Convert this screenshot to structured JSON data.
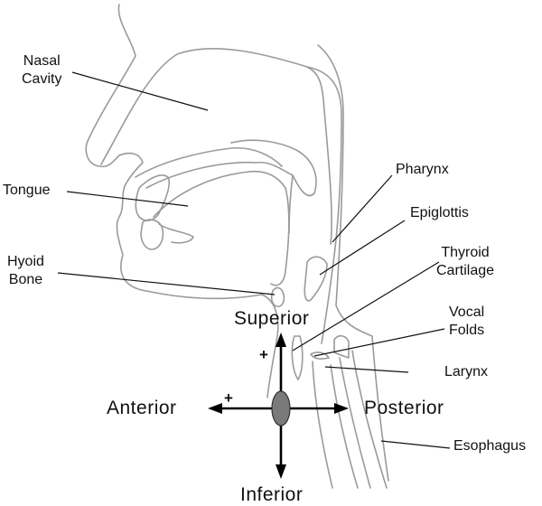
{
  "labels": {
    "nasal_line1": "Nasal",
    "nasal_line2": "Cavity",
    "tongue": "Tongue",
    "hyoid_line1": "Hyoid",
    "hyoid_line2": "Bone",
    "pharynx": "Pharynx",
    "epiglottis": "Epiglottis",
    "thyroid_line1": "Thyroid",
    "thyroid_line2": "Cartilage",
    "vocal_line1": "Vocal",
    "vocal_line2": "Folds",
    "larynx": "Larynx",
    "esophagus": "Esophagus"
  },
  "directions": {
    "superior": "Superior",
    "inferior": "Inferior",
    "anterior": "Anterior",
    "posterior": "Posterior",
    "plus_up": "+",
    "plus_left": "+"
  },
  "colors": {
    "outline": "#9a9a9a",
    "leader": "#111111",
    "axis": "#000000",
    "origin_fill": "#7a7a7a"
  }
}
